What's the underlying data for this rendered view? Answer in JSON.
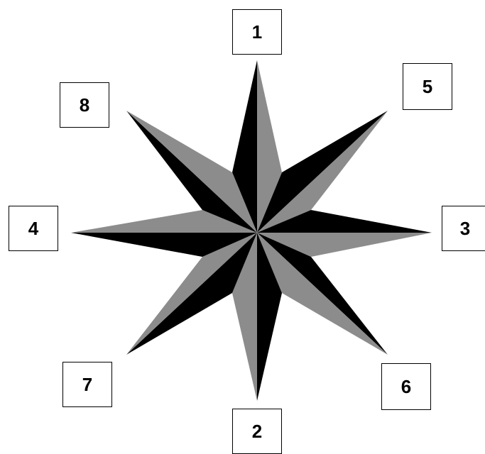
{
  "labels": {
    "north": "1",
    "south": "2",
    "east": "3",
    "west": "4",
    "northeast": "5",
    "southeast": "6",
    "southwest": "7",
    "northwest": "8"
  },
  "colors": {
    "dark": "#000000",
    "light": "#8c8c8c",
    "box_border": "#000000",
    "background": "#ffffff"
  }
}
